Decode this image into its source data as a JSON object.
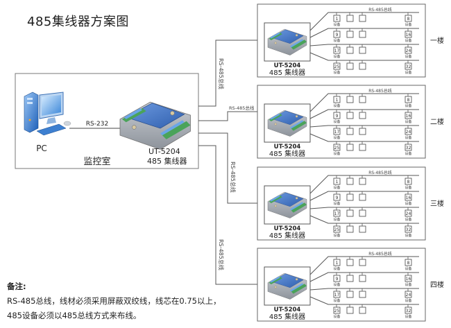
{
  "title": "485集线器方案图",
  "control_room": {
    "label": "监控室",
    "pc_label": "PC",
    "link_label": "RS-232",
    "hub_model": "UT-5204",
    "hub_name": "485 集线器"
  },
  "trunk_label": "RS-485总线",
  "floors": [
    {
      "label": "一楼",
      "hub_model": "UT-5204",
      "hub_name": "485 集线器",
      "bus_label": "RS-485总线"
    },
    {
      "label": "二楼",
      "hub_model": "UT-5204",
      "hub_name": "485 集线器",
      "bus_label": "RS-485总线"
    },
    {
      "label": "三楼",
      "hub_model": "UT-5204",
      "hub_name": "485 集线器",
      "bus_label": "RS-485总线"
    },
    {
      "label": "四楼",
      "hub_model": "UT-5204",
      "hub_name": "485 集线器",
      "bus_label": "RS-485总线"
    }
  ],
  "device_rows": [
    {
      "first": "1",
      "last": "8"
    },
    {
      "first": "9",
      "last": "16"
    },
    {
      "first": "17",
      "last": "24"
    },
    {
      "first": "25",
      "last": "32"
    }
  ],
  "device_label": "设备",
  "notes": {
    "heading": "备注:",
    "line1": "RS-485总线，线材必须采用屏蔽双绞线，线芯在0.75以上，",
    "line2": "485设备必须以485总线方式来布线。"
  },
  "colors": {
    "line": "#555555",
    "box_border": "#666666",
    "device_blue": "#4a78c0",
    "terminal_green": "#4aa35a",
    "pc_blue": "#2a6fc4"
  }
}
